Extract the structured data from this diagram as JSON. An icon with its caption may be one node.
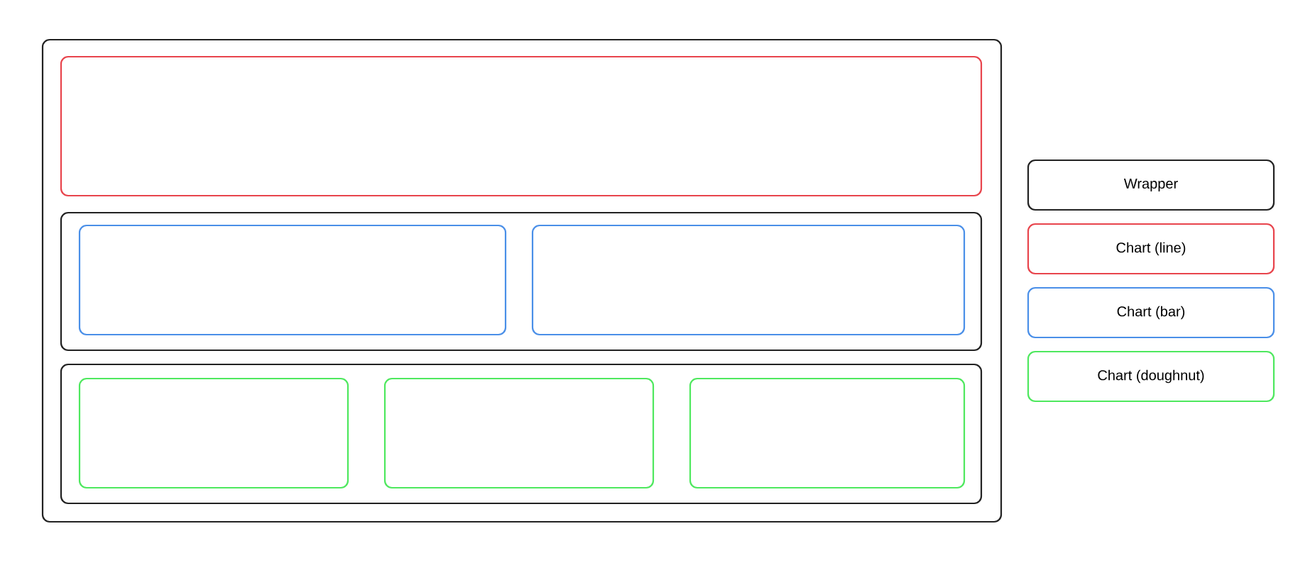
{
  "diagram": {
    "nodes": [
      {
        "text": [],
        "shape": "box"
      },
      {
        "text": [],
        "shape": "box",
        "in": 0
      },
      {
        "text": [],
        "shape": "box",
        "in": 0
      },
      {
        "text": [],
        "shape": "box",
        "in": 2
      },
      {
        "text": [],
        "shape": "box",
        "in": 2
      },
      {
        "text": [],
        "shape": "box",
        "in": 0
      },
      {
        "text": [],
        "shape": "box",
        "in": 5
      },
      {
        "text": [],
        "shape": "box",
        "in": 5
      },
      {
        "text": [],
        "shape": "box",
        "in": 5
      }
    ],
    "legend": [
      {
        "text": "Wrapper",
        "color": "#222222"
      },
      {
        "text": "Chart (line)",
        "color": "#e8444c"
      },
      {
        "text": "Chart (bar)",
        "color": "#4a8fe8"
      },
      {
        "text": "Chart (doughnut)",
        "color": "#4ee85e"
      }
    ]
  }
}
